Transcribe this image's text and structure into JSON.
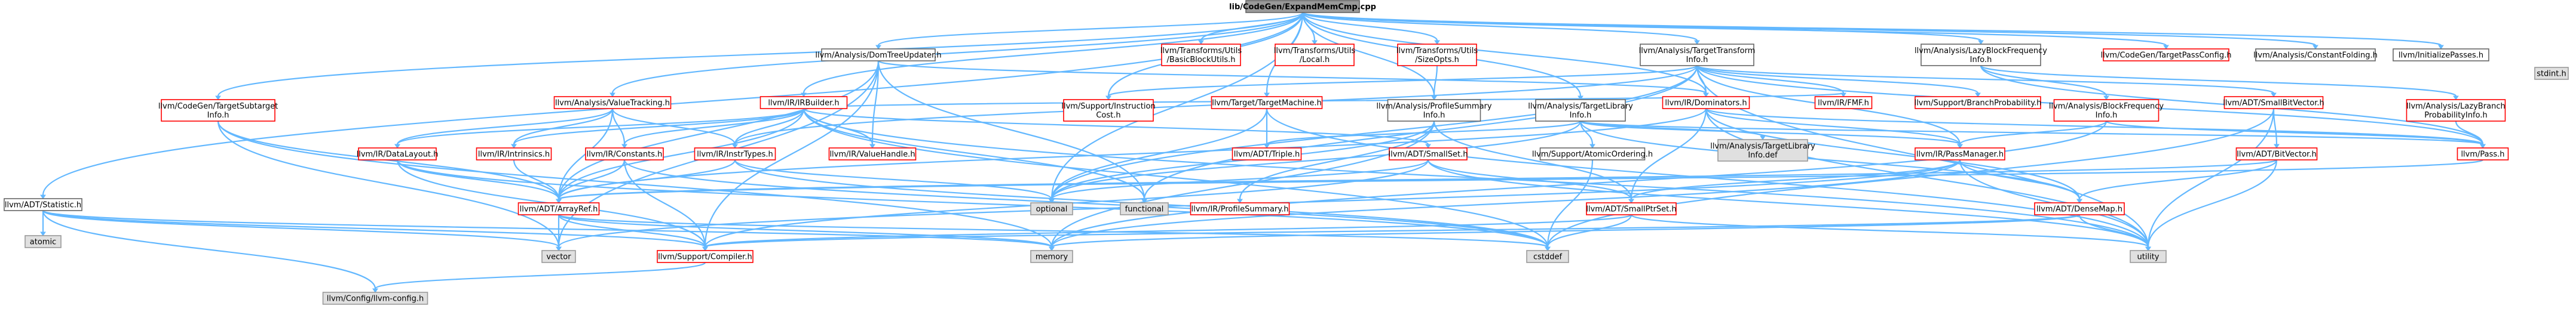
{
  "title": "lib/CodeGen/ExpandMemCmp.cpp",
  "colors": {
    "focus_fill": "#999999",
    "focus_border": "#666666",
    "linked_border": "#ff0000",
    "linked_fill": "#ffffff",
    "plain_border": "#666666",
    "plain_fill": "#ffffff",
    "external_fill": "#e0e0e0",
    "external_border": "#999999",
    "edge": "#63b8ff"
  },
  "nodes": {
    "root": {
      "lines": [
        "lib/CodeGen/ExpandMemCmp.cpp"
      ],
      "kind": "focus"
    },
    "domtree": {
      "lines": [
        "llvm/Analysis/DomTreeUpdater.h"
      ],
      "kind": "plain"
    },
    "tu_block": {
      "lines": [
        "llvm/Transforms/Utils",
        "/BasicBlockUtils.h"
      ],
      "kind": "linked"
    },
    "tu_local": {
      "lines": [
        "llvm/Transforms/Utils",
        "/Local.h"
      ],
      "kind": "linked"
    },
    "tu_sizeopts": {
      "lines": [
        "llvm/Transforms/Utils",
        "/SizeOpts.h"
      ],
      "kind": "linked"
    },
    "targettransform": {
      "lines": [
        "llvm/Analysis/TargetTransform",
        "Info.h"
      ],
      "kind": "plain"
    },
    "lazybfi": {
      "lines": [
        "llvm/Analysis/LazyBlockFrequency",
        "Info.h"
      ],
      "kind": "plain"
    },
    "targetpassconfig": {
      "lines": [
        "llvm/CodeGen/TargetPassConfig.h"
      ],
      "kind": "linked"
    },
    "constantfolding": {
      "lines": [
        "llvm/Analysis/ConstantFolding.h"
      ],
      "kind": "plain"
    },
    "initializepasses": {
      "lines": [
        "llvm/InitializePasses.h"
      ],
      "kind": "plain"
    },
    "stdint": {
      "lines": [
        "stdint.h"
      ],
      "kind": "external"
    },
    "valuetracking": {
      "lines": [
        "llvm/Analysis/ValueTracking.h"
      ],
      "kind": "linked"
    },
    "irbuilder": {
      "lines": [
        "llvm/IR/IRBuilder.h"
      ],
      "kind": "linked"
    },
    "targetsubtarget": {
      "lines": [
        "llvm/CodeGen/TargetSubtarget",
        "Info.h"
      ],
      "kind": "linked"
    },
    "instrcost": {
      "lines": [
        "llvm/Support/Instruction",
        "Cost.h"
      ],
      "kind": "linked"
    },
    "targetmachine": {
      "lines": [
        "llvm/Target/TargetMachine.h"
      ],
      "kind": "linked"
    },
    "profilesummary_info": {
      "lines": [
        "llvm/Analysis/ProfileSummary",
        "Info.h"
      ],
      "kind": "plain"
    },
    "targetlibrary": {
      "lines": [
        "llvm/Analysis/TargetLibrary",
        "Info.h"
      ],
      "kind": "plain"
    },
    "dominators": {
      "lines": [
        "llvm/IR/Dominators.h"
      ],
      "kind": "linked"
    },
    "fmf": {
      "lines": [
        "llvm/IR/FMF.h"
      ],
      "kind": "linked"
    },
    "branchprob": {
      "lines": [
        "llvm/Support/BranchProbability.h"
      ],
      "kind": "linked"
    },
    "bfi": {
      "lines": [
        "llvm/Analysis/BlockFrequency",
        "Info.h"
      ],
      "kind": "linked"
    },
    "smallbitvector": {
      "lines": [
        "llvm/ADT/SmallBitVector.h"
      ],
      "kind": "linked"
    },
    "lazybpi": {
      "lines": [
        "llvm/Analysis/LazyBranch",
        "ProbabilityInfo.h"
      ],
      "kind": "linked"
    },
    "statistic": {
      "lines": [
        "llvm/ADT/Statistic.h"
      ],
      "kind": "plain"
    },
    "atomic": {
      "lines": [
        "atomic"
      ],
      "kind": "external"
    },
    "datalayout": {
      "lines": [
        "llvm/IR/DataLayout.h"
      ],
      "kind": "linked"
    },
    "intrinsics": {
      "lines": [
        "llvm/IR/Intrinsics.h"
      ],
      "kind": "linked"
    },
    "constants": {
      "lines": [
        "llvm/IR/Constants.h"
      ],
      "kind": "linked"
    },
    "insttypes": {
      "lines": [
        "llvm/IR/InstrTypes.h"
      ],
      "kind": "linked"
    },
    "valuehandle": {
      "lines": [
        "llvm/IR/ValueHandle.h"
      ],
      "kind": "linked"
    },
    "triple": {
      "lines": [
        "llvm/ADT/Triple.h"
      ],
      "kind": "linked"
    },
    "smallset": {
      "lines": [
        "llvm/ADT/SmallSet.h"
      ],
      "kind": "linked"
    },
    "atomicordering": {
      "lines": [
        "llvm/Support/AtomicOrdering.h"
      ],
      "kind": "plain"
    },
    "tli_def": {
      "lines": [
        "llvm/Analysis/TargetLibrary",
        "Info.def"
      ],
      "kind": "external"
    },
    "passmanager": {
      "lines": [
        "llvm/IR/PassManager.h"
      ],
      "kind": "linked"
    },
    "bitvector": {
      "lines": [
        "llvm/ADT/BitVector.h"
      ],
      "kind": "linked"
    },
    "pass": {
      "lines": [
        "llvm/Pass.h"
      ],
      "kind": "linked"
    },
    "arrayref": {
      "lines": [
        "llvm/ADT/ArrayRef.h"
      ],
      "kind": "linked"
    },
    "optional": {
      "lines": [
        "optional"
      ],
      "kind": "external"
    },
    "functional": {
      "lines": [
        "functional"
      ],
      "kind": "external"
    },
    "profilesummary": {
      "lines": [
        "llvm/IR/ProfileSummary.h"
      ],
      "kind": "linked"
    },
    "smallptrset": {
      "lines": [
        "llvm/ADT/SmallPtrSet.h"
      ],
      "kind": "linked"
    },
    "densemap": {
      "lines": [
        "llvm/ADT/DenseMap.h"
      ],
      "kind": "linked"
    },
    "vector": {
      "lines": [
        "vector"
      ],
      "kind": "external"
    },
    "compiler": {
      "lines": [
        "llvm/Support/Compiler.h"
      ],
      "kind": "linked"
    },
    "memory": {
      "lines": [
        "memory"
      ],
      "kind": "external"
    },
    "cstddef": {
      "lines": [
        "cstddef"
      ],
      "kind": "external"
    },
    "utility": {
      "lines": [
        "utility"
      ],
      "kind": "external"
    },
    "llvmconfig": {
      "lines": [
        "llvm/Config/llvm-config.h"
      ],
      "kind": "external"
    }
  },
  "edges": [
    [
      "root",
      "domtree"
    ],
    [
      "root",
      "tu_block"
    ],
    [
      "root",
      "tu_local"
    ],
    [
      "root",
      "tu_sizeopts"
    ],
    [
      "root",
      "targettransform"
    ],
    [
      "root",
      "lazybfi"
    ],
    [
      "root",
      "targetpassconfig"
    ],
    [
      "root",
      "constantfolding"
    ],
    [
      "root",
      "initializepasses"
    ],
    [
      "root",
      "valuetracking"
    ],
    [
      "root",
      "irbuilder"
    ],
    [
      "root",
      "targetsubtarget"
    ],
    [
      "root",
      "targetmachine"
    ],
    [
      "root",
      "profilesummary_info"
    ],
    [
      "root",
      "targetlibrary"
    ],
    [
      "root",
      "dominators"
    ],
    [
      "root",
      "statistic"
    ],
    [
      "root",
      "optional"
    ],
    [
      "root",
      "instrcost"
    ],
    [
      "domtree",
      "dominators"
    ],
    [
      "domtree",
      "valuehandle"
    ],
    [
      "domtree",
      "arrayref"
    ],
    [
      "domtree",
      "compiler"
    ],
    [
      "domtree",
      "functional"
    ],
    [
      "domtree",
      "vector"
    ],
    [
      "tu_sizeopts",
      "profilesummary_info"
    ],
    [
      "targettransform",
      "instrcost"
    ],
    [
      "targettransform",
      "fmf"
    ],
    [
      "targettransform",
      "branchprob"
    ],
    [
      "targettransform",
      "smallbitvector"
    ],
    [
      "targettransform",
      "passmanager"
    ],
    [
      "targettransform",
      "pass"
    ],
    [
      "targettransform",
      "insttypes"
    ],
    [
      "targettransform",
      "functional"
    ],
    [
      "targettransform",
      "optional"
    ],
    [
      "targettransform",
      "dominators"
    ],
    [
      "targettransform",
      "utility"
    ],
    [
      "lazybfi",
      "bfi"
    ],
    [
      "lazybfi",
      "lazybpi"
    ],
    [
      "lazybfi",
      "pass"
    ],
    [
      "bfi",
      "passmanager"
    ],
    [
      "bfi",
      "pass"
    ],
    [
      "bfi",
      "memory"
    ],
    [
      "lazybpi",
      "pass"
    ],
    [
      "smallbitvector",
      "bitvector"
    ],
    [
      "smallbitvector",
      "utility"
    ],
    [
      "smallbitvector",
      "cstddef"
    ],
    [
      "bitvector",
      "densemap"
    ],
    [
      "bitvector",
      "arrayref"
    ],
    [
      "bitvector",
      "utility"
    ],
    [
      "valuetracking",
      "datalayout"
    ],
    [
      "valuetracking",
      "intrinsics"
    ],
    [
      "valuetracking",
      "constants"
    ],
    [
      "valuetracking",
      "insttypes"
    ],
    [
      "valuetracking",
      "arrayref"
    ],
    [
      "irbuilder",
      "datalayout"
    ],
    [
      "irbuilder",
      "intrinsics"
    ],
    [
      "irbuilder",
      "constants"
    ],
    [
      "irbuilder",
      "insttypes"
    ],
    [
      "irbuilder",
      "valuehandle"
    ],
    [
      "irbuilder",
      "arrayref"
    ],
    [
      "irbuilder",
      "fmf"
    ],
    [
      "irbuilder",
      "cstddef"
    ],
    [
      "irbuilder",
      "functional"
    ],
    [
      "irbuilder",
      "utility"
    ],
    [
      "targetsubtarget",
      "arrayref"
    ],
    [
      "targetsubtarget",
      "vector"
    ],
    [
      "targetsubtarget",
      "memory"
    ],
    [
      "targetmachine",
      "triple"
    ],
    [
      "targetmachine",
      "optional"
    ],
    [
      "targetmachine",
      "utility"
    ],
    [
      "profilesummary_info",
      "profilesummary"
    ],
    [
      "profilesummary_info",
      "smallptrset"
    ],
    [
      "profilesummary_info",
      "optional"
    ],
    [
      "profilesummary_info",
      "memory"
    ],
    [
      "targetlibrary",
      "tli_def"
    ],
    [
      "targetlibrary",
      "passmanager"
    ],
    [
      "targetlibrary",
      "triple"
    ],
    [
      "targetlibrary",
      "pass"
    ],
    [
      "targetlibrary",
      "densemap"
    ],
    [
      "targetlibrary",
      "optional"
    ],
    [
      "dominators",
      "passmanager"
    ],
    [
      "dominators",
      "pass"
    ],
    [
      "dominators",
      "arrayref"
    ],
    [
      "dominators",
      "densemap"
    ],
    [
      "dominators",
      "smallptrset"
    ],
    [
      "dominators",
      "utility"
    ],
    [
      "statistic",
      "atomic"
    ],
    [
      "statistic",
      "compiler"
    ],
    [
      "statistic",
      "memory"
    ],
    [
      "statistic",
      "vector"
    ],
    [
      "statistic",
      "llvmconfig"
    ],
    [
      "datalayout",
      "arrayref"
    ],
    [
      "datalayout",
      "compiler"
    ],
    [
      "datalayout",
      "cstddef"
    ],
    [
      "intrinsics",
      "arrayref"
    ],
    [
      "constants",
      "arrayref"
    ],
    [
      "constants",
      "compiler"
    ],
    [
      "constants",
      "cstddef"
    ],
    [
      "insttypes",
      "arrayref"
    ],
    [
      "insttypes",
      "optional"
    ],
    [
      "insttypes",
      "cstddef"
    ],
    [
      "smallset",
      "smallptrset"
    ],
    [
      "smallset",
      "compiler"
    ],
    [
      "smallset",
      "optional"
    ],
    [
      "smallset",
      "utility"
    ],
    [
      "atomicordering",
      "cstddef"
    ],
    [
      "passmanager",
      "densemap"
    ],
    [
      "passmanager",
      "smallptrset"
    ],
    [
      "passmanager",
      "vector"
    ],
    [
      "passmanager",
      "memory"
    ],
    [
      "passmanager",
      "utility"
    ],
    [
      "pass",
      "arrayref"
    ],
    [
      "arrayref",
      "compiler"
    ],
    [
      "arrayref",
      "memory"
    ],
    [
      "arrayref",
      "vector"
    ],
    [
      "arrayref",
      "cstddef"
    ],
    [
      "smallptrset",
      "compiler"
    ],
    [
      "smallptrset",
      "cstddef"
    ],
    [
      "smallptrset",
      "utility"
    ],
    [
      "densemap",
      "compiler"
    ],
    [
      "densemap",
      "utility"
    ],
    [
      "densemap",
      "memory"
    ],
    [
      "compiler",
      "llvmconfig"
    ],
    [
      "irbuilder",
      "smallset"
    ],
    [
      "targetlibrary",
      "atomicordering"
    ]
  ]
}
